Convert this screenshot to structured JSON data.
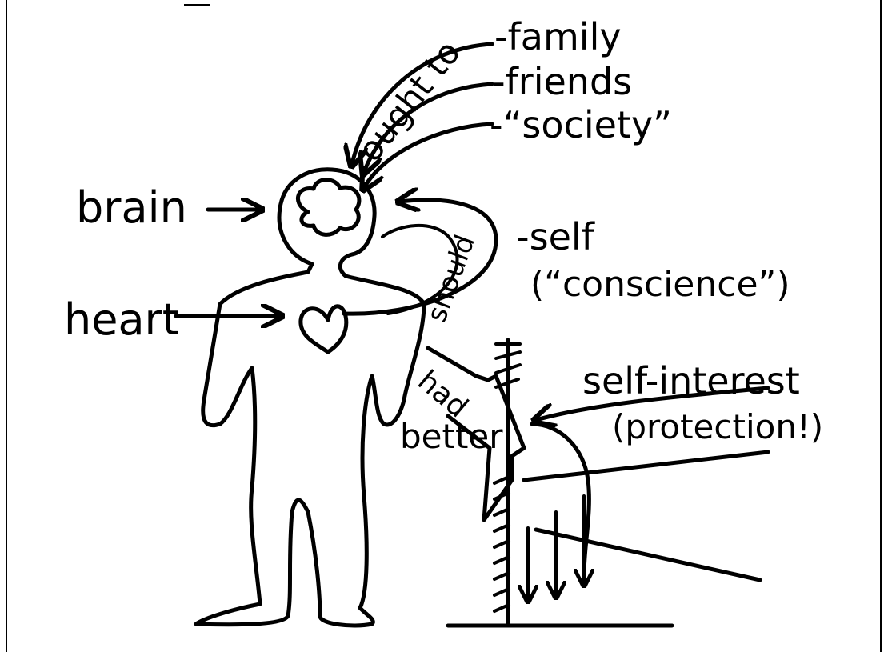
{
  "labels": {
    "brain": "brain",
    "heart": "heart",
    "family": "-family",
    "friends": "-friends",
    "society": "-“society”",
    "ought_to": "ought to",
    "self": "-self",
    "conscience": "(“conscience”)",
    "should": "should",
    "self_interest": "self-interest",
    "protection": "(protection!)",
    "had": "had",
    "better": "better"
  },
  "colors": {
    "ink": "#000000",
    "paper": "#ffffff"
  }
}
